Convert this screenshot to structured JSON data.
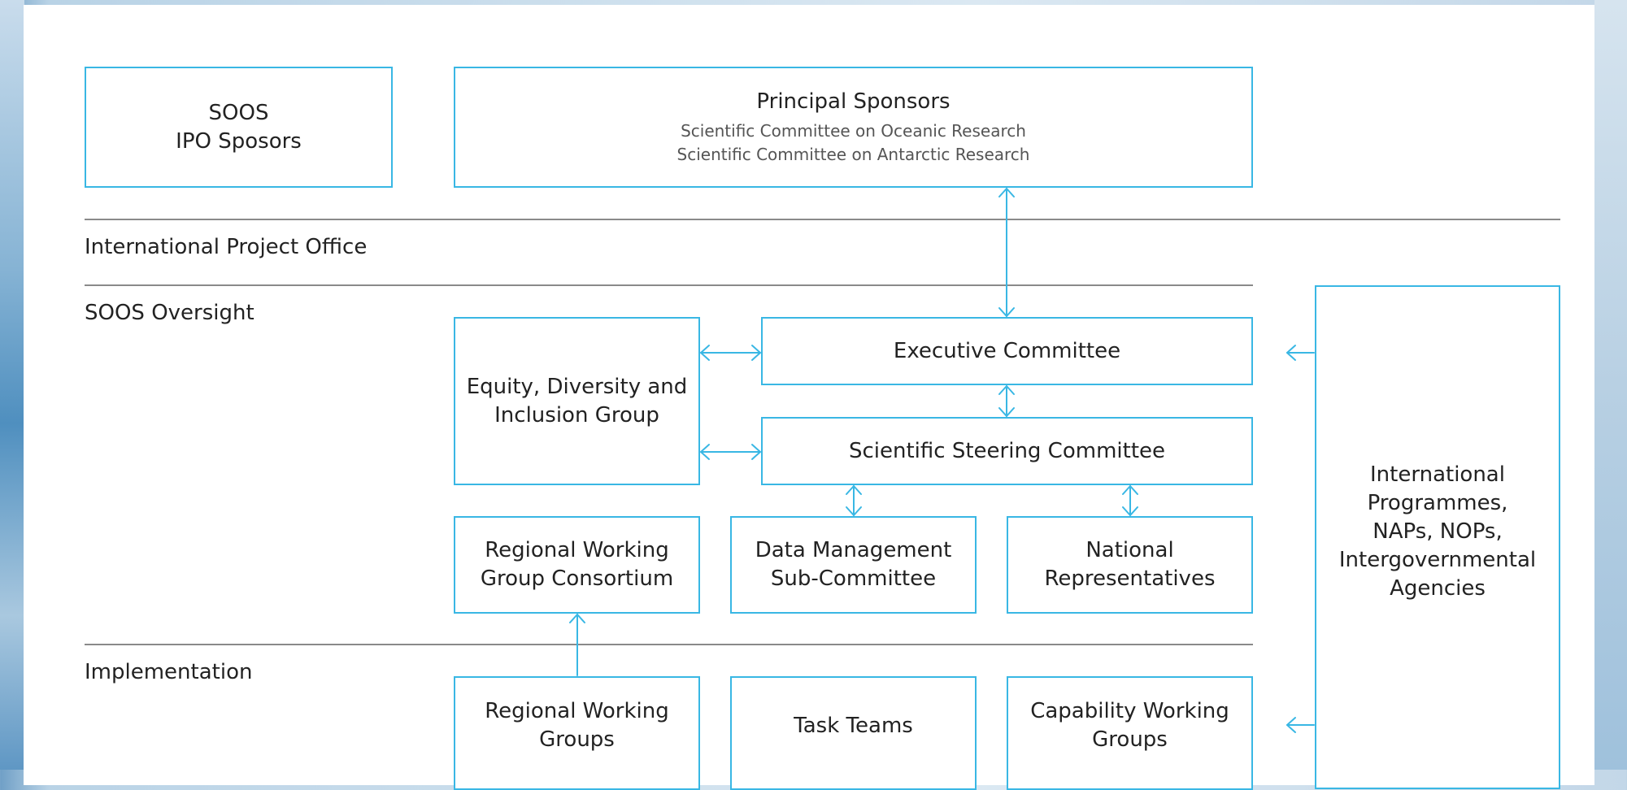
{
  "sections": {
    "ipo": "International Project Office",
    "oversight": "SOOS Oversight",
    "implementation": "Implementation"
  },
  "boxes": {
    "ipo_sponsors": [
      "SOOS",
      "IPO Sposors"
    ],
    "principal_sponsors": {
      "title": "Principal Sponsors",
      "lines": [
        "Scientific Committee on Oceanic Research",
        "Scientific Committee on Antarctic Research"
      ]
    },
    "executive_committee": [
      "Executive Committee"
    ],
    "edi_group": [
      "Equity, Diversity and",
      "Inclusion Group"
    ],
    "ssc": [
      "Scientific Steering Committee"
    ],
    "rwg_consortium": [
      "Regional Working",
      "Group Consortium"
    ],
    "data_management": [
      "Data Management",
      "Sub-Committee"
    ],
    "national_reps": [
      "National",
      "Representatives"
    ],
    "international_programmes": [
      "International",
      "Programmes,",
      "NAPs, NOPs,",
      "Intergovernmental",
      "Agencies"
    ],
    "regional_working_groups": [
      "Regional Working",
      "Groups"
    ],
    "task_teams": [
      "Task Teams"
    ],
    "capability_working_groups": [
      "Capability Working",
      "Groups"
    ]
  },
  "colors": {
    "accent": "#39b7e4",
    "divider": "#8a8a8a",
    "text": "#222222"
  }
}
